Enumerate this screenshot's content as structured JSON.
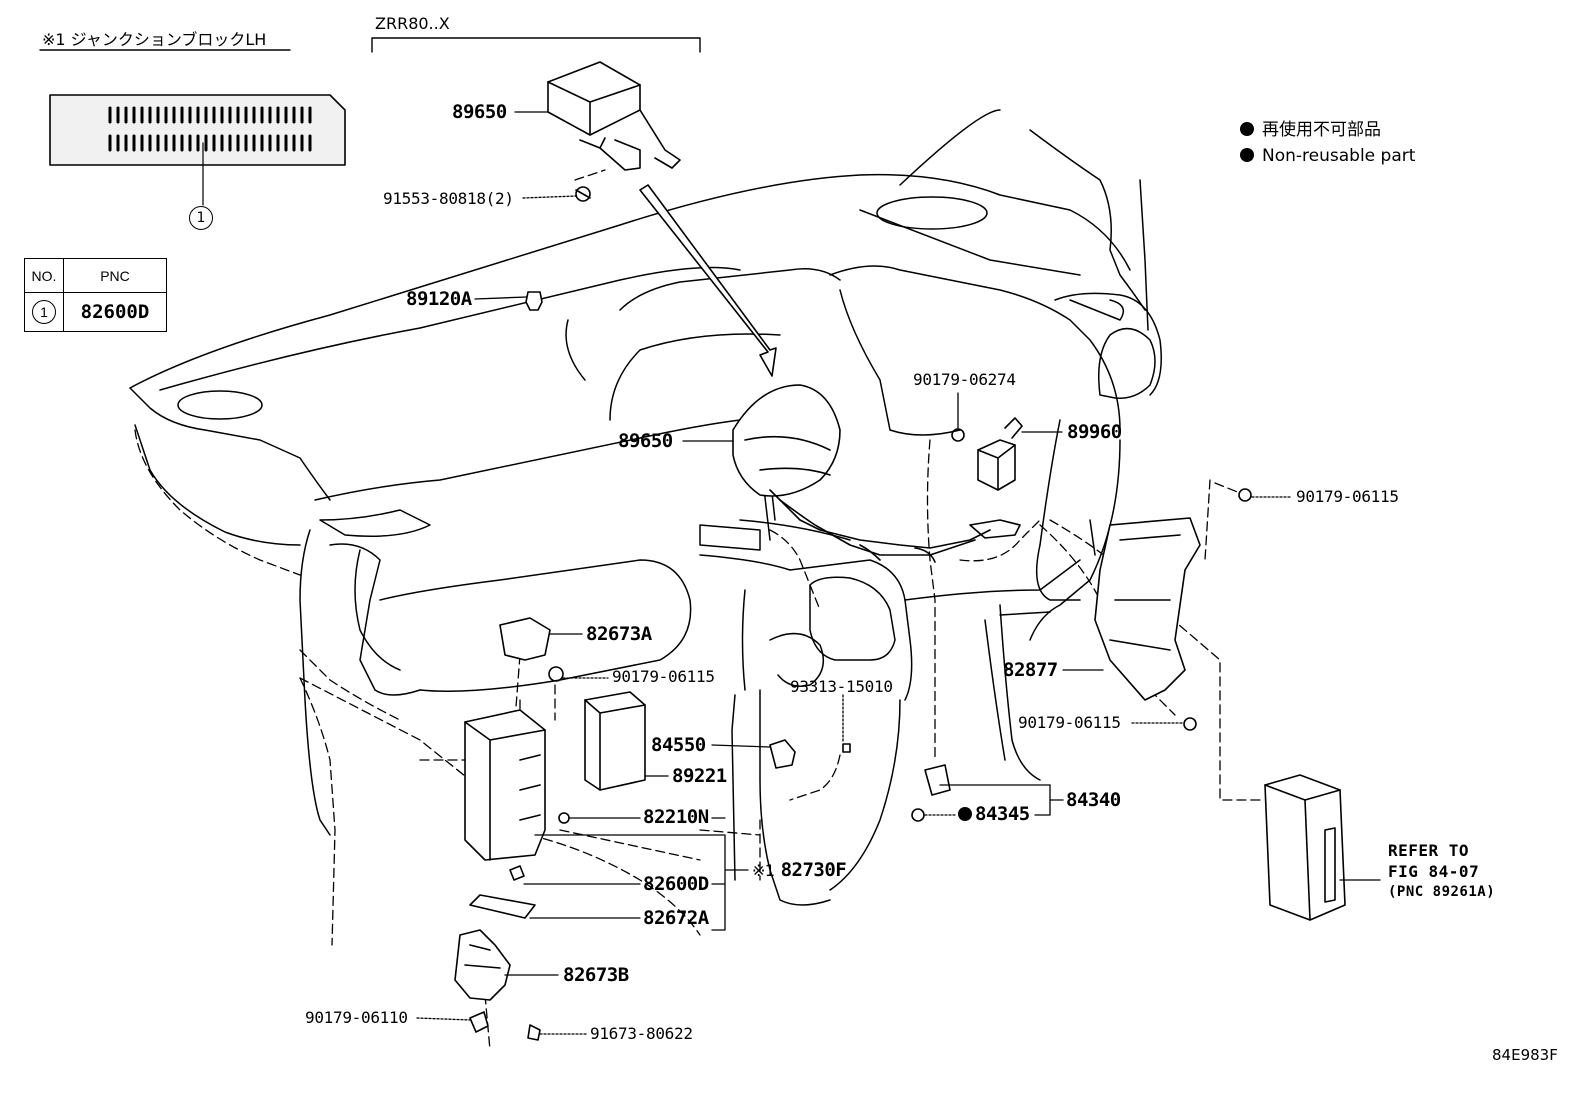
{
  "junction_block": {
    "title": "※1 ジャンクションブロックLH",
    "callout": "1"
  },
  "pnc_table": {
    "header_no": "NO.",
    "header_pnc": "PNC",
    "row_no": "1",
    "row_pnc": "82600D"
  },
  "model_code": "ZRR80..X",
  "legend": {
    "jp": "再使用不可部品",
    "en": "Non-reusable part"
  },
  "parts": {
    "p89650_top": "89650",
    "p91553": "91553-80818(2)",
    "p89120A": "89120A",
    "p89650_mid": "89650",
    "p90179_06274": "90179-06274",
    "p89960": "89960",
    "p90179_06115_right": "90179-06115",
    "p82673A": "82673A",
    "p90179_06115_left": "90179-06115",
    "p93313": "93313-15010",
    "p84550": "84550",
    "p89221": "89221",
    "p82877": "82877",
    "p90179_06115_mid": "90179-06115",
    "p82210N": "82210N",
    "p84340": "84340",
    "p84345": "84345",
    "p82730F": "82730F",
    "p82730F_mark": "※1",
    "p82600D": "82600D",
    "p82672A": "82672A",
    "p82673B": "82673B",
    "p90179_06110": "90179-06110",
    "p91673": "91673-80622"
  },
  "refer": {
    "line1": "REFER TO",
    "line2": "FIG 84-07",
    "line3": "(PNC 89261A)"
  },
  "figure_id": "84E983F"
}
